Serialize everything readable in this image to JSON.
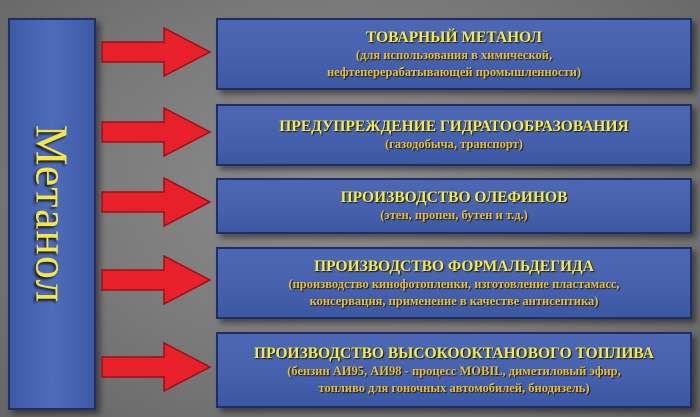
{
  "main": {
    "title": "Метанол"
  },
  "uses": [
    {
      "title": "ТОВАРНЫЙ МЕТАНОЛ",
      "detail_lines": [
        "(для использования в химической,",
        "нефтеперерабатывающей промышленности)"
      ]
    },
    {
      "title": "ПРЕДУПРЕЖДЕНИЕ ГИДРАТООБРАЗОВАНИЯ",
      "detail_lines": [
        "(газодобыча, транспорт)"
      ]
    },
    {
      "title": "ПРОИЗВОДСТВО ОЛЕФИНОВ",
      "detail_lines": [
        "(этен, пропен, бутен и т.д.)"
      ]
    },
    {
      "title": "ПРОИЗВОДСТВО ФОРМАЛЬДЕГИДА",
      "detail_lines": [
        "(производство кинофотопленки, изготовление пластамасс,",
        "консервация, применение в качестве антисептика)"
      ]
    },
    {
      "title": "ПРОИЗВОДСТВО ВЫСОКООКТАНОВОГО ТОПЛИВА",
      "detail_lines": [
        "(бензин АИ95, АИ98 - процесс  MOBIL, диметиловый эфир,",
        "топливо для гоночных автомобилей, биодизель)"
      ]
    }
  ],
  "colors": {
    "background": "#7f7f7f",
    "box_fill": "#4561ad",
    "box_border": "#1e2f66",
    "title_text": "#f6ea46",
    "detail_text": "#e8be3a",
    "arrow": "#e8202a"
  }
}
